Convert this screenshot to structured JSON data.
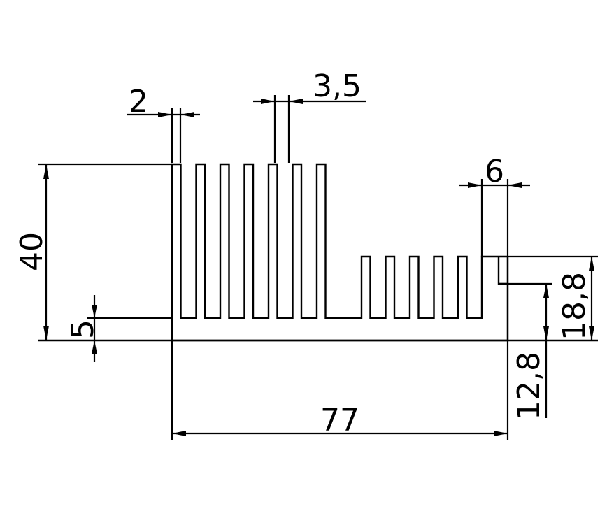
{
  "drawing": {
    "type": "heatsink profile cross-section",
    "dimensions": {
      "fin_thickness": "2",
      "fin_gap": "3,5",
      "step_width": "6",
      "overall_height": "40",
      "base_thickness": "5",
      "overall_width": "77",
      "step_height": "18,8",
      "lip_height": "12,8"
    },
    "tall_fin_count": 7,
    "short_fin_count": 5,
    "colors": {
      "line": "#000000",
      "background": "#ffffff"
    }
  }
}
